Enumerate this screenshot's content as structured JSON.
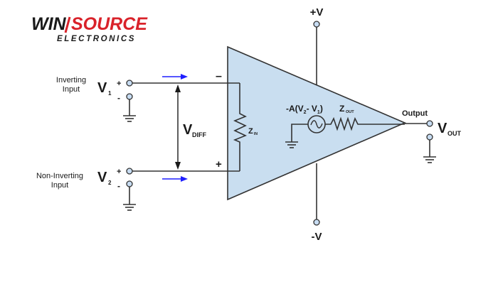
{
  "logo": {
    "brand_part1": "WIN",
    "brand_part2": "SOURCE",
    "tagline": "ELECTRONICS",
    "brand_color_dark": "#1a1a1a",
    "brand_color_accent": "#d9222a"
  },
  "diagram": {
    "title": "Operational amplifier equivalent circuit",
    "body_fill": "#c9def0",
    "arrow_color": "#1f1fff",
    "inverting_input": {
      "label_line1": "Inverting",
      "label_line2": "Input",
      "voltage": "V",
      "voltage_sub": "1",
      "plus": "+",
      "minus": "-"
    },
    "non_inverting_input": {
      "label_line1": "Non-Inverting",
      "label_line2": "Input",
      "voltage": "V",
      "voltage_sub": "2",
      "plus": "+",
      "minus": "-"
    },
    "vdiff": {
      "main": "V",
      "sub": "DIFF"
    },
    "amp_minus": "–",
    "amp_plus": "+",
    "zin": {
      "main": "Z",
      "sub": "IN"
    },
    "zout": {
      "main": "Z",
      "sub": "OUT"
    },
    "gain": {
      "prefix": "-A(V",
      "sub1": "2",
      "mid": "- V",
      "sub2": "1",
      "suffix": ")"
    },
    "supply_pos": "+V",
    "supply_neg": "-V",
    "output": {
      "label": "Output",
      "voltage": "V",
      "voltage_sub": "OUT"
    }
  }
}
